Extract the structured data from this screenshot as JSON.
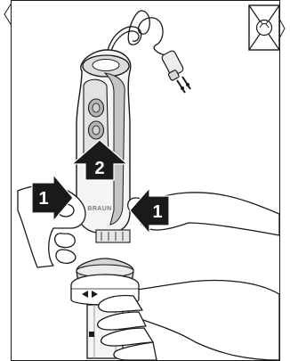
{
  "illustration": {
    "brand": "BRAUN",
    "step_labels": {
      "left_press": "1",
      "right_press": "1",
      "lift": "2"
    },
    "icons": [
      "unplug-warning-icon",
      "plug-icon",
      "press-arrow-left-icon",
      "press-arrow-right-icon",
      "lift-arrow-icon",
      "rotate-arrows-icon"
    ],
    "colors": {
      "line": "#1a1a1a",
      "body_light": "#f2f2f2",
      "body_mid": "#cfcfcf",
      "accent_grey": "#9a9a9a",
      "label_fill": "#1a1a1a",
      "label_text": "#ffffff"
    }
  }
}
